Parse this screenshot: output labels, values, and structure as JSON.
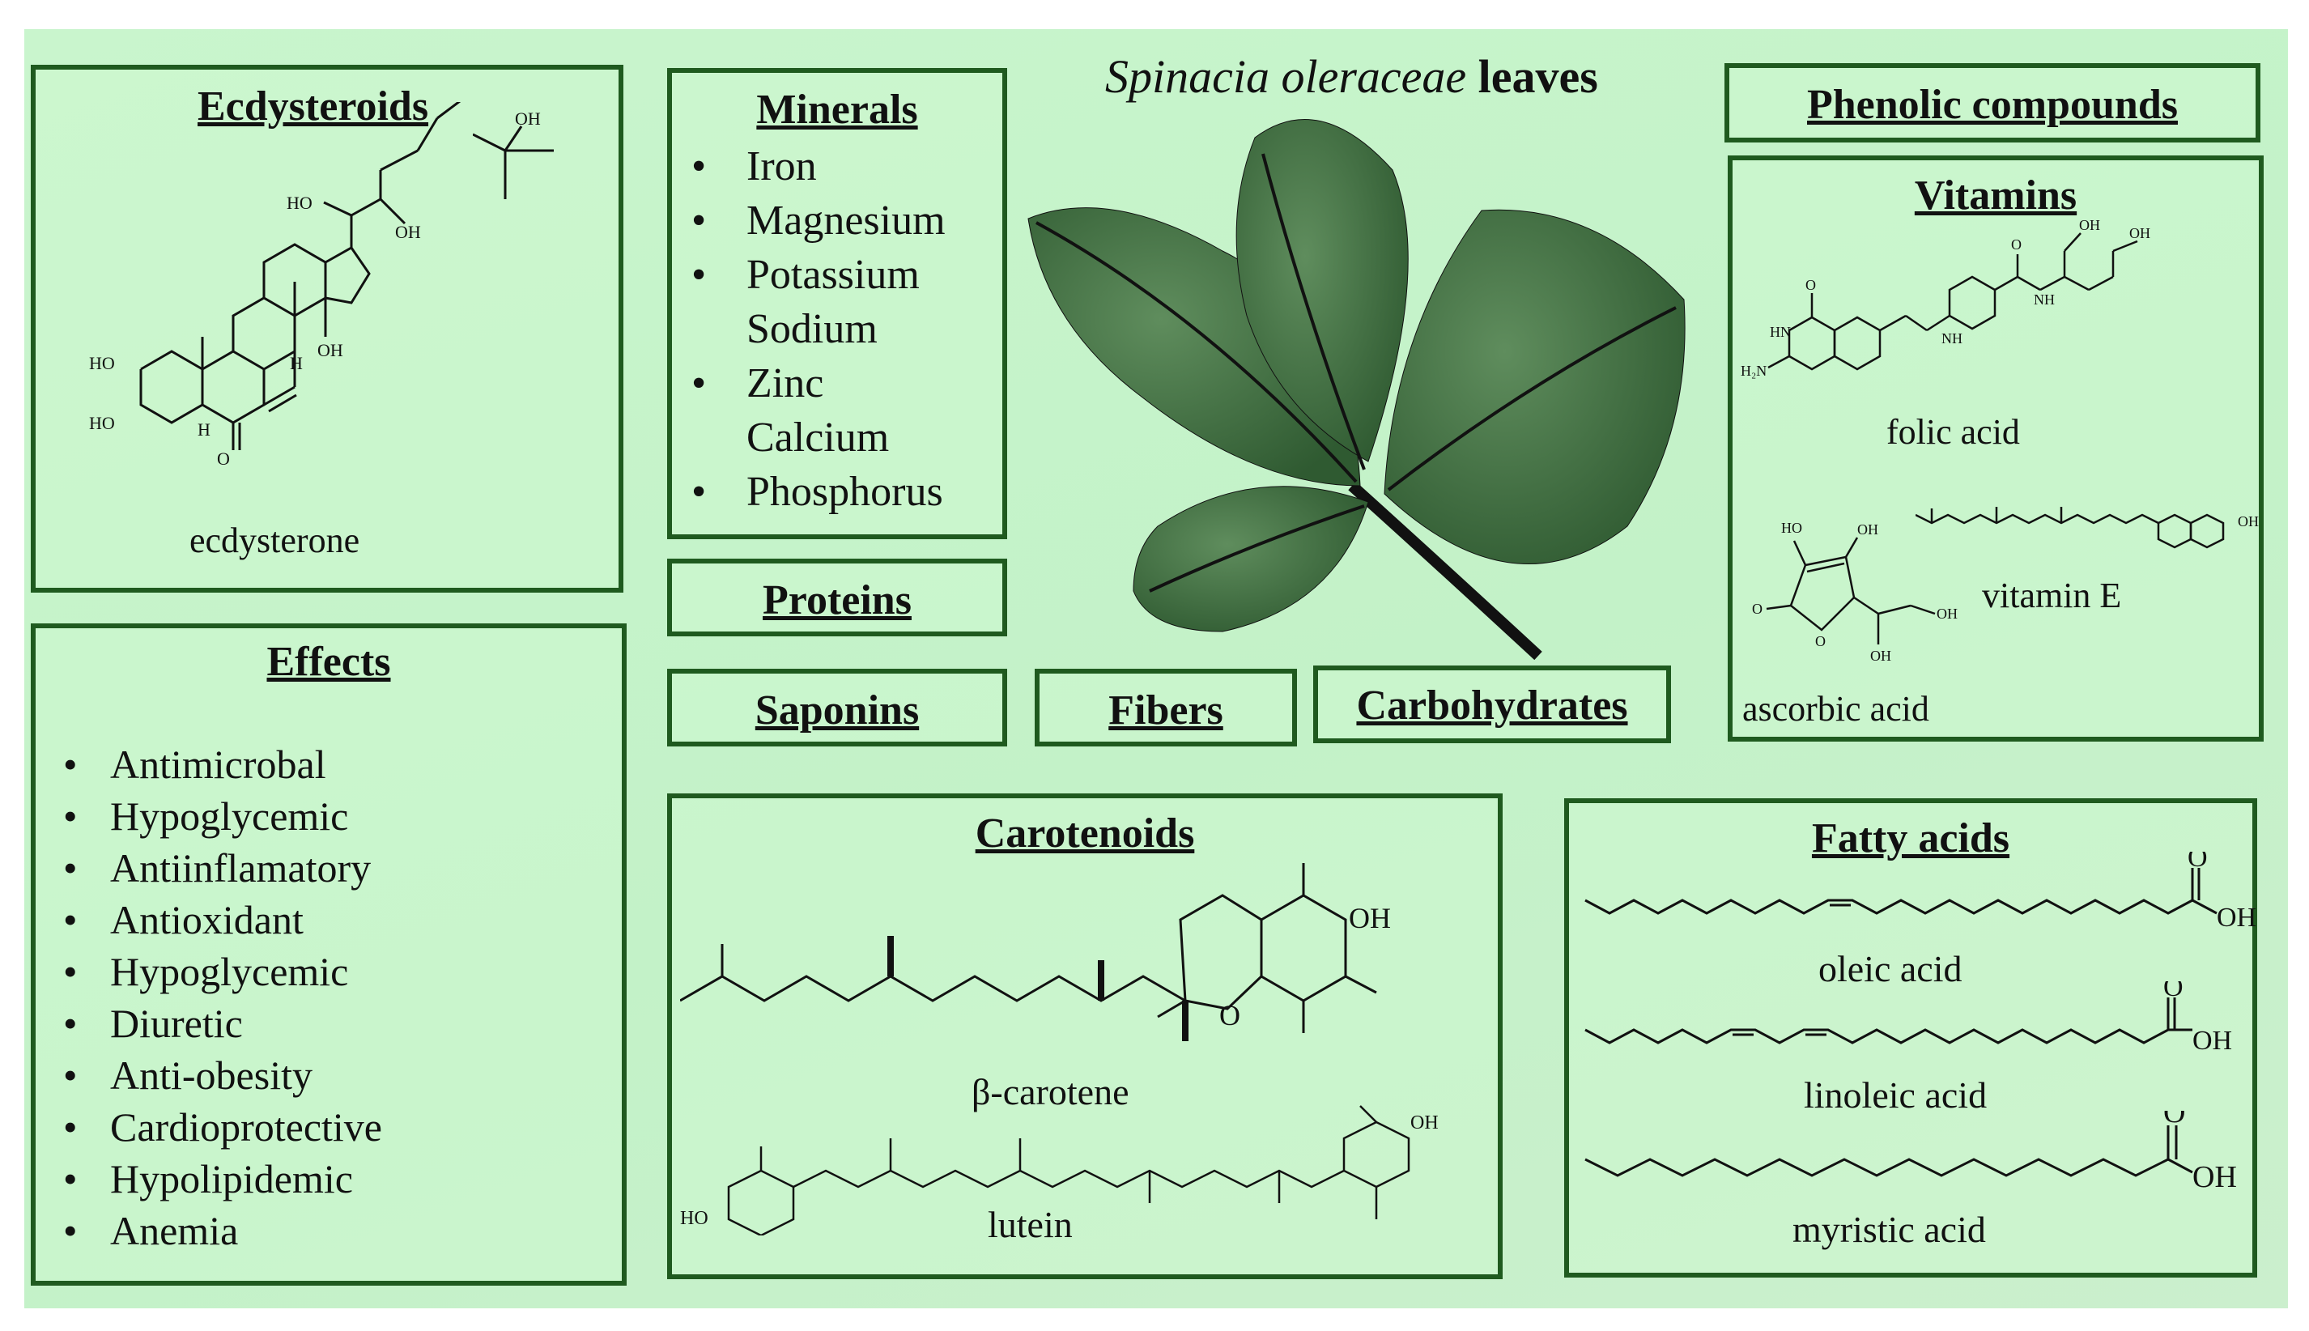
{
  "header": {
    "species": "Spinacia oleraceae",
    "suffix": " leaves"
  },
  "ecdysteroids": {
    "title": "Ecdysteroids",
    "compound": "ecdysterone"
  },
  "minerals": {
    "title": "Minerals",
    "items": [
      {
        "label": "Iron",
        "bullet": true
      },
      {
        "label": "Magnesium",
        "bullet": true
      },
      {
        "label": "Potassium",
        "bullet": true
      },
      {
        "label": "Sodium",
        "bullet": false
      },
      {
        "label": "Zinc",
        "bullet": true
      },
      {
        "label": "Calcium",
        "bullet": false
      },
      {
        "label": "Phosphorus",
        "bullet": true
      }
    ]
  },
  "phenolic": {
    "title": "Phenolic compounds"
  },
  "vitamins": {
    "title": "Vitamins",
    "folic": "folic acid",
    "vitamin_e": "vitamin E",
    "ascorbic": "ascorbic acid"
  },
  "proteins": {
    "title": "Proteins"
  },
  "saponins": {
    "title": "Saponins"
  },
  "fibers": {
    "title": "Fibers"
  },
  "carbohydrates": {
    "title": "Carbohydrates"
  },
  "effects": {
    "title": "Effects",
    "items": [
      "Antimicrobal",
      "Hypoglycemic",
      "Antiinflamatory",
      "Antioxidant",
      "Hypoglycemic",
      "Diuretic",
      "Anti-obesity",
      "Cardioprotective",
      "Hypolipidemic",
      "Anemia"
    ]
  },
  "carotenoids": {
    "title": "Carotenoids",
    "beta": "β-carotene",
    "lutein": "lutein"
  },
  "fatty": {
    "title": "Fatty acids",
    "oleic": "oleic acid",
    "linoleic": "linoleic acid",
    "myristic": "myristic acid"
  },
  "atoms": {
    "oh": "OH",
    "ho": "HO",
    "o": "O",
    "h": "H",
    "n": "N",
    "hn": "HN",
    "nh": "NH",
    "h2n": "H₂N"
  },
  "colors": {
    "background": "#c6f3ca",
    "border": "#1f5a1f",
    "leaf": "#3f6e3f"
  }
}
